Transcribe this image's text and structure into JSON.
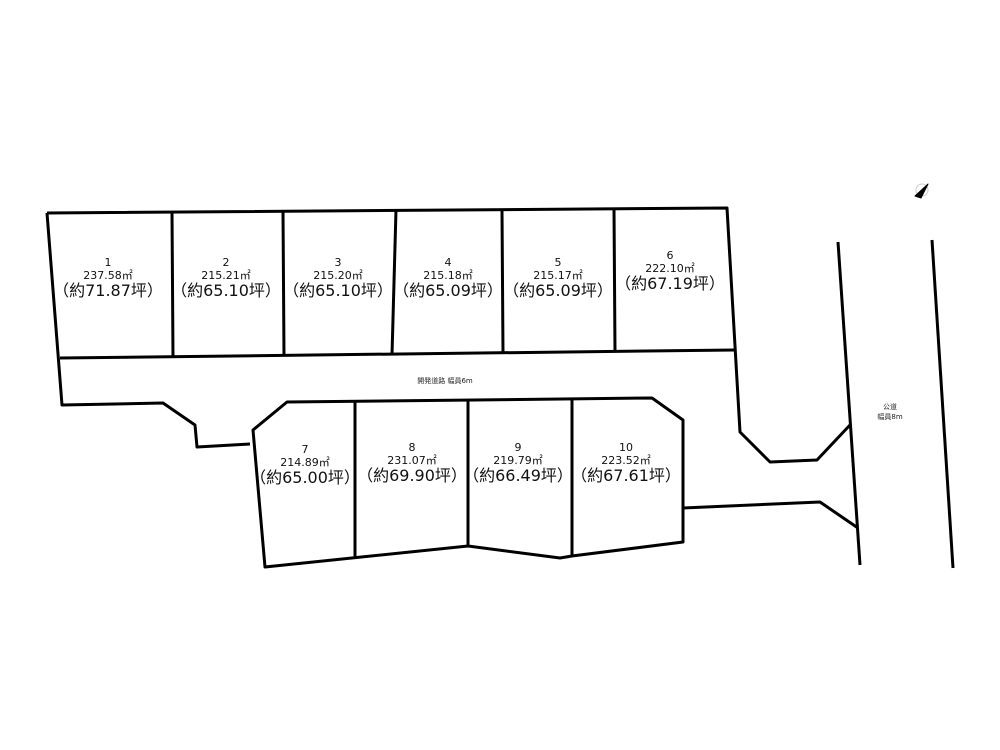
{
  "lots": [
    {
      "no": "1",
      "area": "237.58㎡",
      "tsubo": "（約71.87坪）"
    },
    {
      "no": "2",
      "area": "215.21㎡",
      "tsubo": "（約65.10坪）"
    },
    {
      "no": "3",
      "area": "215.20㎡",
      "tsubo": "（約65.10坪）"
    },
    {
      "no": "4",
      "area": "215.18㎡",
      "tsubo": "（約65.09坪）"
    },
    {
      "no": "5",
      "area": "215.17㎡",
      "tsubo": "（約65.09坪）"
    },
    {
      "no": "6",
      "area": "222.10㎡",
      "tsubo": "（約67.19坪）"
    },
    {
      "no": "7",
      "area": "214.89㎡",
      "tsubo": "（約65.00坪）"
    },
    {
      "no": "8",
      "area": "231.07㎡",
      "tsubo": "（約69.90坪）"
    },
    {
      "no": "9",
      "area": "219.79㎡",
      "tsubo": "（約66.49坪）"
    },
    {
      "no": "10",
      "area": "223.52㎡",
      "tsubo": "（約67.61坪）"
    }
  ],
  "dev_road": "開発道路 幅員6m",
  "public_road": {
    "line1": "公道",
    "line2": "幅員8m"
  }
}
